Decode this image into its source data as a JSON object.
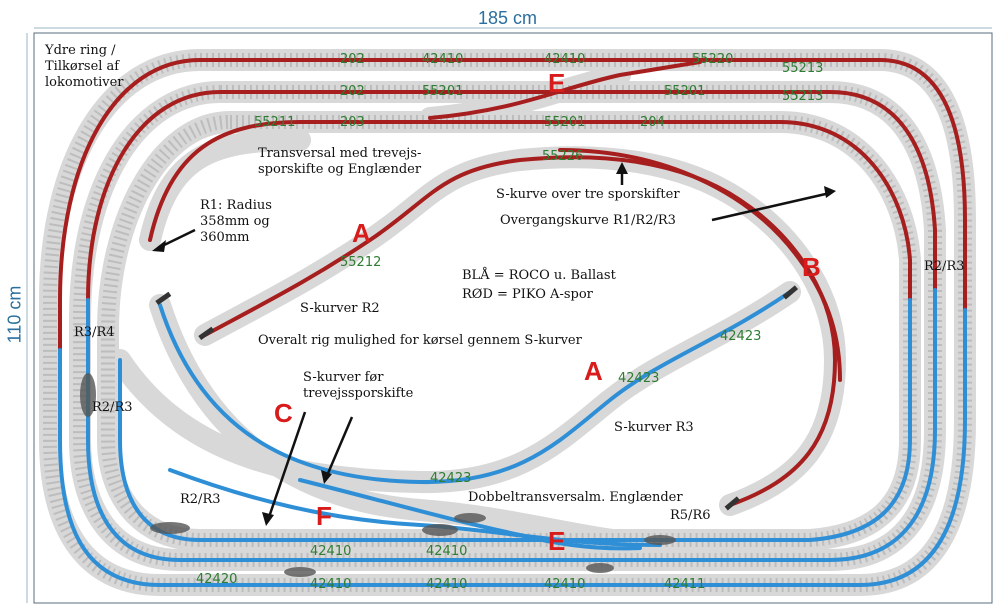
{
  "dimensions": {
    "width": "185 cm",
    "height": "110 cm"
  },
  "notes": {
    "outer_ring": "Ydre ring /\nTilkørsel af\nlokomotiver",
    "transversal": "Transversal med trevejs-\nsporskifte og Englænder",
    "s_curve_three": "S-kurve over tre sporskifter",
    "transition": "Overgangskurve R1/R2/R3",
    "r1_radius": "R1: Radius\n358mm og\n360mm",
    "blue": "BLÅ = ROCO u. Ballast",
    "red": "RØD = PIKO A-spor",
    "s_curves_r2": "S-kurver R2",
    "overall": "Overalt rig mulighed for kørsel gennem S-kurver",
    "s_curves_before": "S-kurver før\ntrevejssporskifte",
    "s_curves_r3": "S-kurver R3",
    "double_transversal": "Dobbeltransversalm. Englænder",
    "r5r6": "R5/R6",
    "r3r4": "R3/R4",
    "r2r3_left": "R2/R3",
    "r2r3_bottom": "R2/R3",
    "r2r3_right": "R2/R3"
  },
  "letters": {
    "a1": "A",
    "a2": "A",
    "b": "B",
    "c": "C",
    "e1": "E",
    "e2": "E",
    "f": "F"
  },
  "track_codes": {
    "c202a": "202",
    "c42410a": "42410",
    "c42410b": "42410",
    "c55220": "55220",
    "c55213a": "55213",
    "c55213b": "55213",
    "c202b": "202",
    "c55201a": "55201",
    "c55201b": "55201",
    "c55201c": "55201",
    "c55211a": "55211",
    "c203": "203",
    "c204": "204",
    "c55226": "55226",
    "c55212": "55212",
    "c42423a": "42423",
    "c42423b": "42423",
    "c42423c": "42423",
    "c42410c": "42410",
    "c42410d": "42410",
    "c42410e": "42410",
    "c42410f": "42410",
    "c42410g": "42410",
    "c42420": "42420",
    "c42411": "42411"
  },
  "colors": {
    "red_track": "#a61e1e",
    "blue_track": "#2f8fd6",
    "ballast": "#d6d6d6",
    "sleeper": "#c4c4c4",
    "code_green": "#2e7d32",
    "annotation_red": "#d81b1b"
  }
}
